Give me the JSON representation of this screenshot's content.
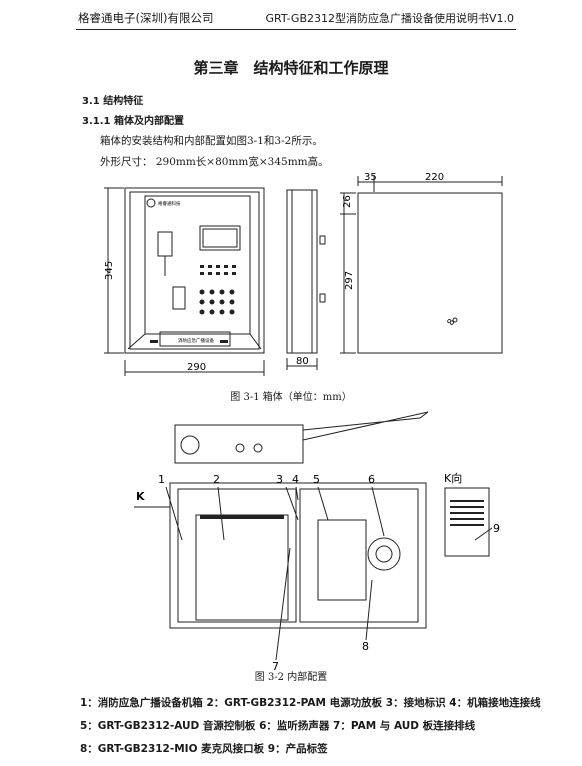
{
  "header": {
    "company": "格睿通电子(深圳)有限公司",
    "doc_title": "GRT-GB2312型消防应急广播设备使用说明书V1.0"
  },
  "chapter_title": "第三章　结构特征和工作原理",
  "section_3_1": "3.1 结构特征",
  "section_3_1_1": "3.1.1 箱体及内部配置",
  "para1": "箱体的安装结构和内部配置如图3-1和3-2所示。",
  "para2": "外形尺寸：  290mm长×80mm宽×345mm高。",
  "fig1": {
    "brand": "格睿通科技",
    "panel_label": "消防应急广播设备",
    "dim_345": "345",
    "dim_290": "290",
    "dim_80": "80",
    "dim_35": "35",
    "dim_220": "220",
    "dim_26": "26",
    "dim_297": "297",
    "dim_8": "8",
    "caption": "图 3-1 箱体（单位：mm）"
  },
  "fig2": {
    "k_label": "K",
    "k_view": "K向",
    "num1": "1",
    "num2": "2",
    "num3": "3",
    "num4": "4",
    "num5": "5",
    "num6": "6",
    "num7": "7",
    "num8": "8",
    "num9": "9",
    "caption": "图 3-2 内部配置"
  },
  "legend": {
    "line1": "1：消防应急广播设备机箱 2：GRT-GB2312-PAM 电源功放板 3：接地标识 4：机箱接地连接线",
    "line2": "5：GRT-GB2312-AUD 音源控制板 6：监听扬声器 7：PAM 与 AUD 板连接排线",
    "line3": "8：GRT-GB2312-MIO 麦克风接口板 9：产品标签"
  }
}
